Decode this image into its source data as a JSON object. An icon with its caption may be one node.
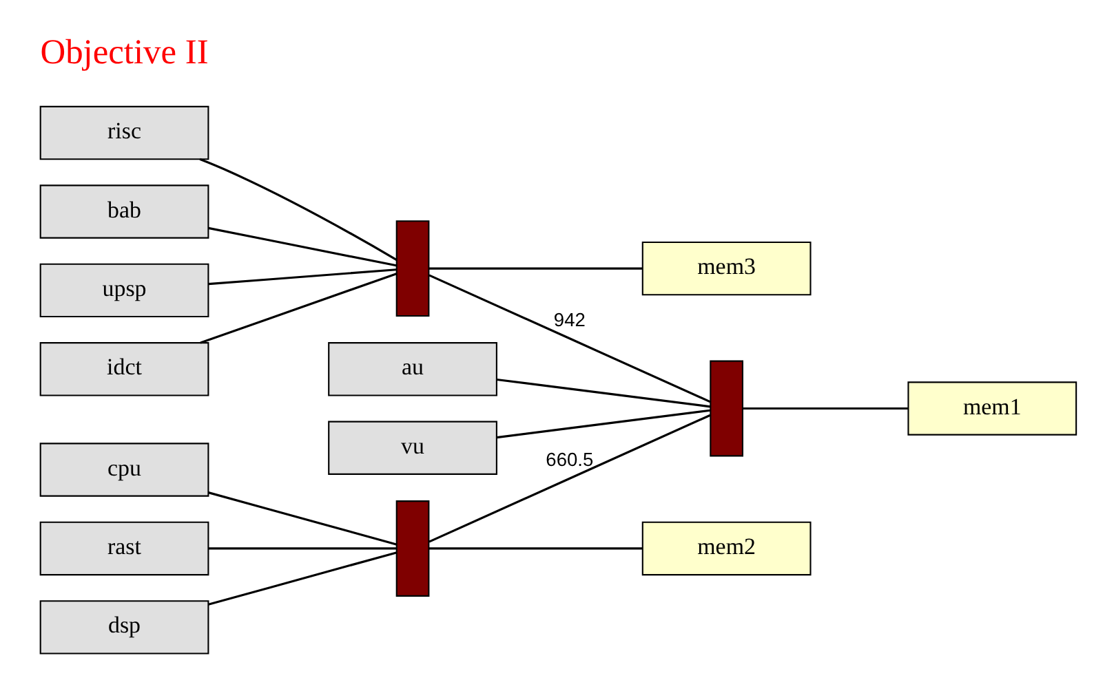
{
  "diagram": {
    "nodes": [
      {
        "text": [
          "cpu"
        ]
      },
      {
        "text": [
          "mem2"
        ]
      },
      {
        "text": [
          "rast"
        ]
      },
      {
        "text": [],
        "shape": "bar"
      },
      {
        "text": [
          "dsp"
        ]
      },
      {
        "text": [
          "vu"
        ]
      },
      {
        "text": [],
        "shape": "bar"
      },
      {
        "text": [
          "mem1"
        ]
      },
      {
        "text": [
          "idct"
        ]
      },
      {
        "text": [
          "risc"
        ]
      },
      {
        "text": [],
        "shape": "bar"
      },
      {
        "text": [
          "au"
        ]
      },
      {
        "text": [
          "bab"
        ]
      },
      {
        "text": [
          "mem3"
        ]
      },
      {
        "text": [
          "upsp"
        ]
      }
    ],
    "edges": [
      {
        "from": 0,
        "to": 3,
        "arrow": "none"
      },
      {
        "from": 2,
        "to": 3,
        "arrow": "none"
      },
      {
        "from": 4,
        "to": 3,
        "arrow": "none"
      },
      {
        "from": 3,
        "to": 1,
        "arrow": "none"
      },
      {
        "from": 3,
        "to": 6,
        "arrow": "none",
        "label": "660.5"
      },
      {
        "from": 5,
        "to": 6,
        "arrow": "none"
      },
      {
        "from": 6,
        "to": 7,
        "arrow": "none"
      },
      {
        "from": 8,
        "to": 10,
        "arrow": "none"
      },
      {
        "from": 9,
        "to": 10,
        "arrow": "none"
      },
      {
        "from": 12,
        "to": 10,
        "arrow": "none"
      },
      {
        "from": 14,
        "to": 10,
        "arrow": "none"
      },
      {
        "from": 10,
        "to": 13,
        "arrow": "none"
      },
      {
        "from": 10,
        "to": 6,
        "arrow": "none",
        "label": "942"
      },
      {
        "from": 11,
        "to": 6,
        "arrow": "none"
      }
    ],
    "labels": [
      "Objective II"
    ]
  }
}
